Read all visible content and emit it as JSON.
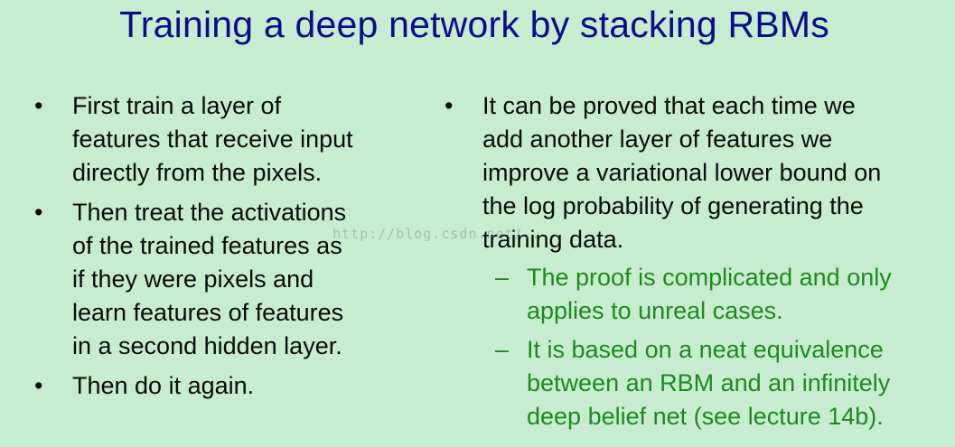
{
  "slide": {
    "title": "Training a deep network by stacking RBMs",
    "bullet_marker": "•",
    "sub_marker": "–",
    "left_bullets": [
      {
        "lines": [
          "First train a layer of",
          "features that receive input",
          "directly from the pixels."
        ]
      },
      {
        "lines": [
          "Then treat the activations",
          "of the trained features as",
          "if they were pixels and",
          "learn features of features",
          "in a second hidden layer."
        ]
      },
      {
        "lines": [
          "Then do it again."
        ]
      }
    ],
    "right_bullet": {
      "lines": [
        "It can be proved that each time we",
        "add another layer of features we",
        "improve a variational lower bound on",
        "the log probability of generating the",
        "training data."
      ],
      "subs": [
        {
          "lines": [
            "The proof is complicated and only",
            "applies to unreal cases."
          ]
        },
        {
          "lines": [
            "It is based on a neat equivalence",
            "between an RBM and an infinitely",
            "deep belief net (see lecture 14b)."
          ]
        }
      ]
    },
    "watermark": "http://blog.csdn.net/...",
    "colors": {
      "background": "#c8ecd0",
      "title": "#0c0c8a",
      "body": "#0a0a0a",
      "sub": "#1e8a1e"
    }
  }
}
